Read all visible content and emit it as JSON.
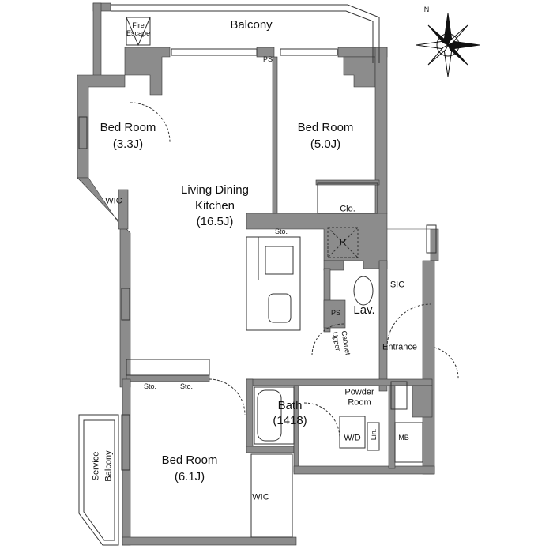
{
  "rooms": {
    "balcony": "Balcony",
    "fire_escape_1": "Fire",
    "fire_escape_2": "Escape",
    "bedroom_a": {
      "name": "Bed Room",
      "size": "(3.3J)"
    },
    "bedroom_b": {
      "name": "Bed Room",
      "size": "(5.0J)"
    },
    "ldk": {
      "line1": "Living Dining",
      "line2": "Kitchen",
      "size": "(16.5J)"
    },
    "wic_top": "WIC",
    "clo": "Clo.",
    "sto_kitchen": "Sto.",
    "refrigerator": "R",
    "sic": "SIC",
    "lav": "Lav.",
    "ps_mid": "PS",
    "ps_top": "PS",
    "upper_cabinet_1": "Upper",
    "upper_cabinet_2": "Cabinet",
    "entrance": "Entrance",
    "sto_1": "Sto.",
    "sto_2": "Sto.",
    "bath": {
      "name": "Bath",
      "size": "(1418)"
    },
    "powder_room_1": "Powder",
    "powder_room_2": "Room",
    "wd": "W/D",
    "lin": "Lin.",
    "mb": "MB",
    "bedroom_c": {
      "name": "Bed Room",
      "size": "(6.1J)"
    },
    "wic_bottom": "WIC",
    "service_balcony_1": "Service",
    "service_balcony_2": "Balcony"
  },
  "compass": {
    "north_label": "N"
  },
  "colors": {
    "wall": "#8c8c8c",
    "line": "#222222"
  }
}
